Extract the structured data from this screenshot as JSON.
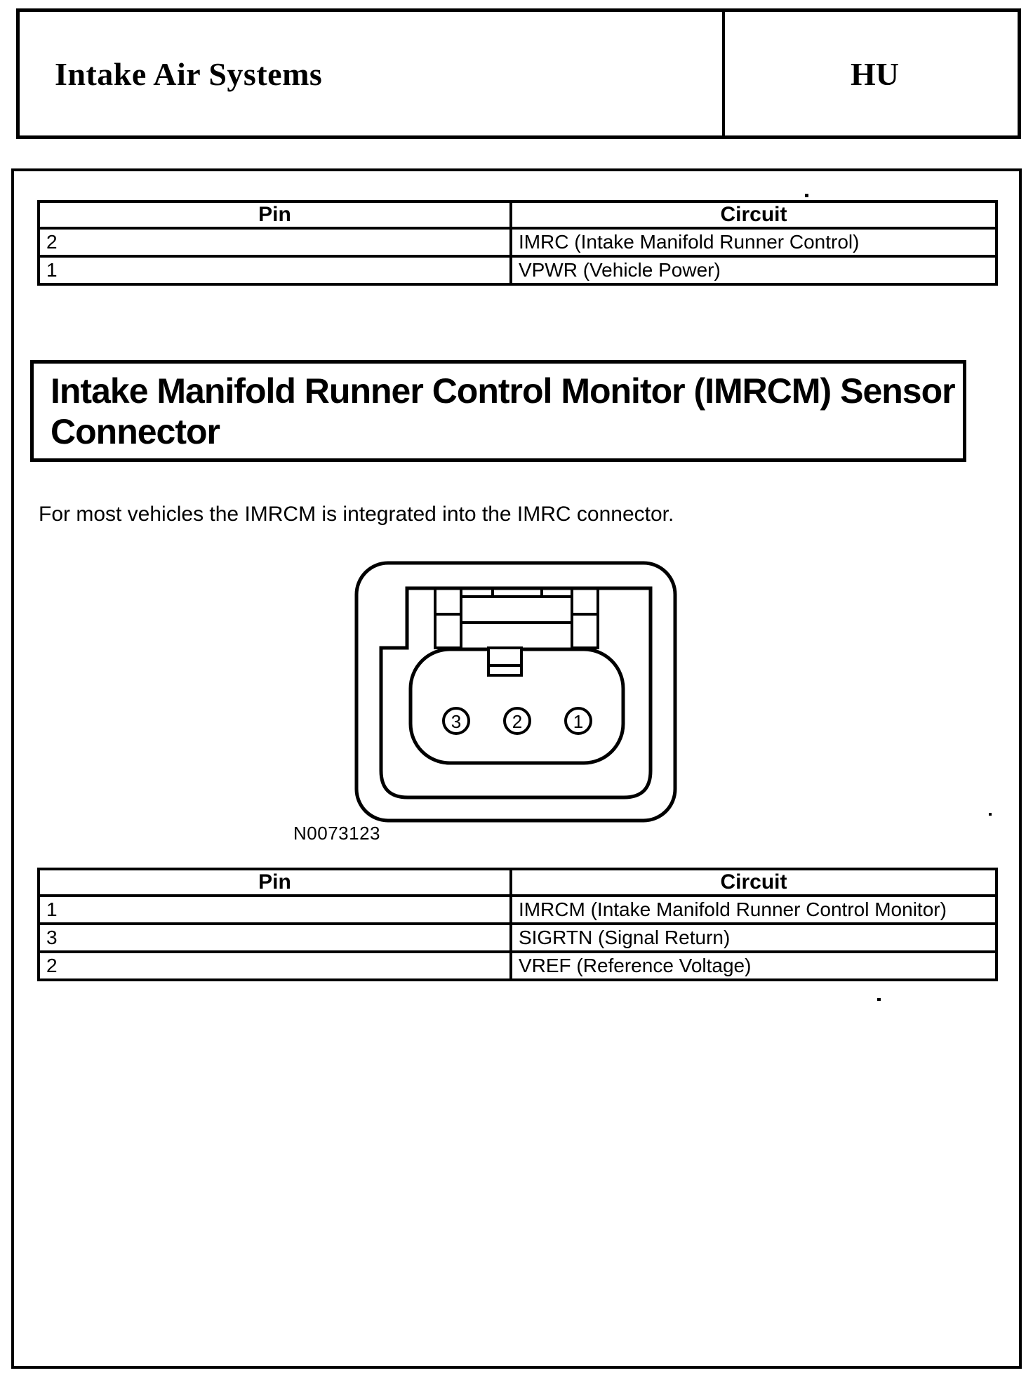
{
  "page_header": {
    "title": "Intake Air Systems",
    "section_code": "HU"
  },
  "table_imrc": {
    "headers": {
      "pin": "Pin",
      "circuit": "Circuit"
    },
    "rows": [
      {
        "pin": "2",
        "circuit": "IMRC (Intake Manifold Runner Control)"
      },
      {
        "pin": "1",
        "circuit": "VPWR (Vehicle Power)"
      }
    ]
  },
  "section": {
    "title": "Intake Manifold Runner Control Monitor (IMRCM) Sensor Connector",
    "body_text": "For most vehicles the IMRCM is integrated into the IMRC connector.",
    "figure": {
      "id_label": "N0073123",
      "pin_labels": [
        "3",
        "2",
        "1"
      ]
    }
  },
  "table_imrcm": {
    "headers": {
      "pin": "Pin",
      "circuit": "Circuit"
    },
    "rows": [
      {
        "pin": "1",
        "circuit": "IMRCM (Intake Manifold Runner Control Monitor)"
      },
      {
        "pin": "3",
        "circuit": "SIGRTN (Signal Return)"
      },
      {
        "pin": "2",
        "circuit": "VREF (Reference Voltage)"
      }
    ]
  },
  "colors": {
    "ink": "#000000",
    "paper": "#ffffff"
  }
}
